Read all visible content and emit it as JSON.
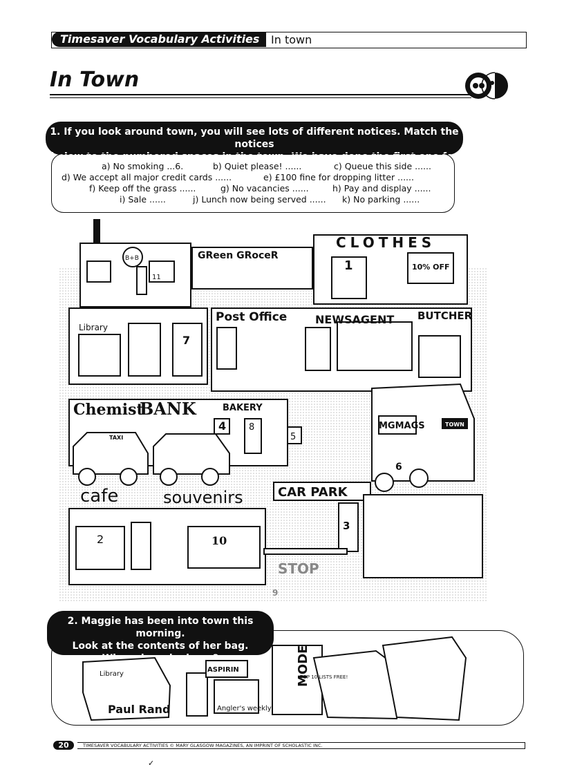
{
  "header": {
    "series": "Timesaver Vocabulary Activities",
    "topic": "In town"
  },
  "title": "In Town",
  "task1": {
    "line1": "1. If you look around town, you will see lots of different notices. Match the notices",
    "line2": "below to the numbered spaces in the town. We have done the first one for you."
  },
  "notices": {
    "a": "a) No smoking ...6.",
    "b": "b) Quiet please! ......",
    "c": "c) Queue this side ......",
    "d": "d) We accept all major credit cards ......",
    "e": "e) £100 fine for dropping litter ......",
    "f": "f) Keep off the grass ......",
    "g": "g) No vacancies ......",
    "h": "h) Pay and display ......",
    "i": "i) Sale ......",
    "j": "j) Lunch now being served ......",
    "k": "k) No parking ......"
  },
  "scene": {
    "bb": "B+B",
    "greengrocer": "GReen GRoceR",
    "clothes": "CLOTHES",
    "offer": "10% OFF",
    "library": "Library",
    "postoffice": "Post Office",
    "newsagent": "NEWSAGENT",
    "butcher": "BUTCHER",
    "chemist": "Chemist",
    "bank": "BANK",
    "bakery": "BAKERY",
    "taxi": "TAXI",
    "magazines": "MGMAGS",
    "town": "TOWN",
    "cafe": "cafe",
    "souvenirs": "souvenirs",
    "carpark": "CAR PARK",
    "stop": "STOP",
    "n1": "1",
    "n2": "2",
    "n3": "3",
    "n4": "4",
    "n5": "5",
    "n6": "6",
    "n7": "7",
    "n8": "8",
    "n9": "9",
    "n10": "10",
    "n11": "11"
  },
  "task2": {
    "line1": "2. Maggie has been into town this morning.",
    "line2": "Look at the contents of her bag.",
    "line3": "Where has she been?"
  },
  "bag": {
    "library": "Library",
    "author": "Paul Rand",
    "aspirin": "ASPIRIN",
    "anglers": "Angler's weekly",
    "mode": "MODE",
    "topten": "TOP 10 LISTS FREE!"
  },
  "footer": {
    "page": "20",
    "credit": "TIMESAVER VOCABULARY ACTIVITIES © MARY GLASGOW MAGAZINES, AN IMPRINT OF SCHOLASTIC INC."
  },
  "tick": "✓"
}
